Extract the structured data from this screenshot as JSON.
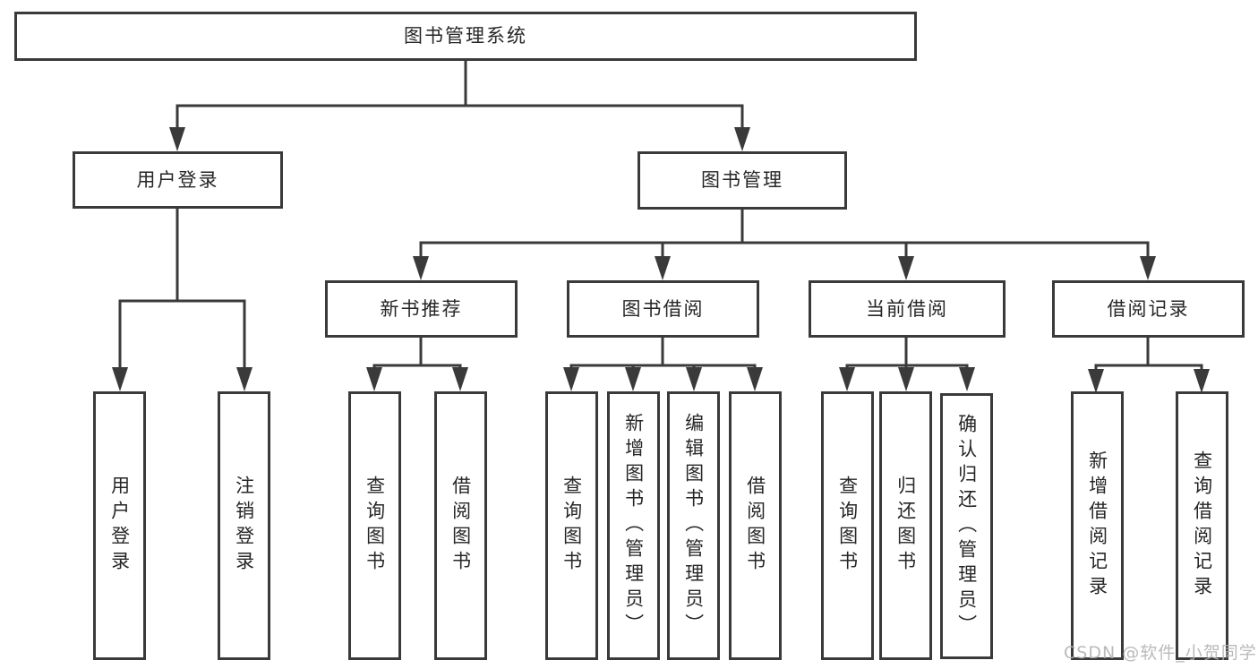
{
  "colors": {
    "line": "#3a3a3a",
    "box_border": "#3a3a3a",
    "text": "#262626",
    "watermark": "#b3b3b3",
    "background": "#ffffff"
  },
  "watermark": {
    "text": "CSDN @软件_小贺同学"
  },
  "tree": {
    "root": {
      "label": "图书管理系统"
    },
    "branches": [
      {
        "label": "用户登录",
        "children": [
          {
            "label": "用户登录"
          },
          {
            "label": "注销登录"
          }
        ]
      },
      {
        "label": "图书管理",
        "children": [
          {
            "label": "新书推荐",
            "children": [
              {
                "label": "查询图书"
              },
              {
                "label": "借阅图书"
              }
            ]
          },
          {
            "label": "图书借阅",
            "children": [
              {
                "label": "查询图书"
              },
              {
                "label": "新增图书（管理员）"
              },
              {
                "label": "编辑图书（管理员）"
              },
              {
                "label": "借阅图书"
              }
            ]
          },
          {
            "label": "当前借阅",
            "children": [
              {
                "label": "查询图书"
              },
              {
                "label": "归还图书"
              },
              {
                "label": "确认归还（管理员）"
              }
            ]
          },
          {
            "label": "借阅记录",
            "children": [
              {
                "label": "新增借阅记录"
              },
              {
                "label": "查询借阅记录"
              }
            ]
          }
        ]
      }
    ]
  }
}
